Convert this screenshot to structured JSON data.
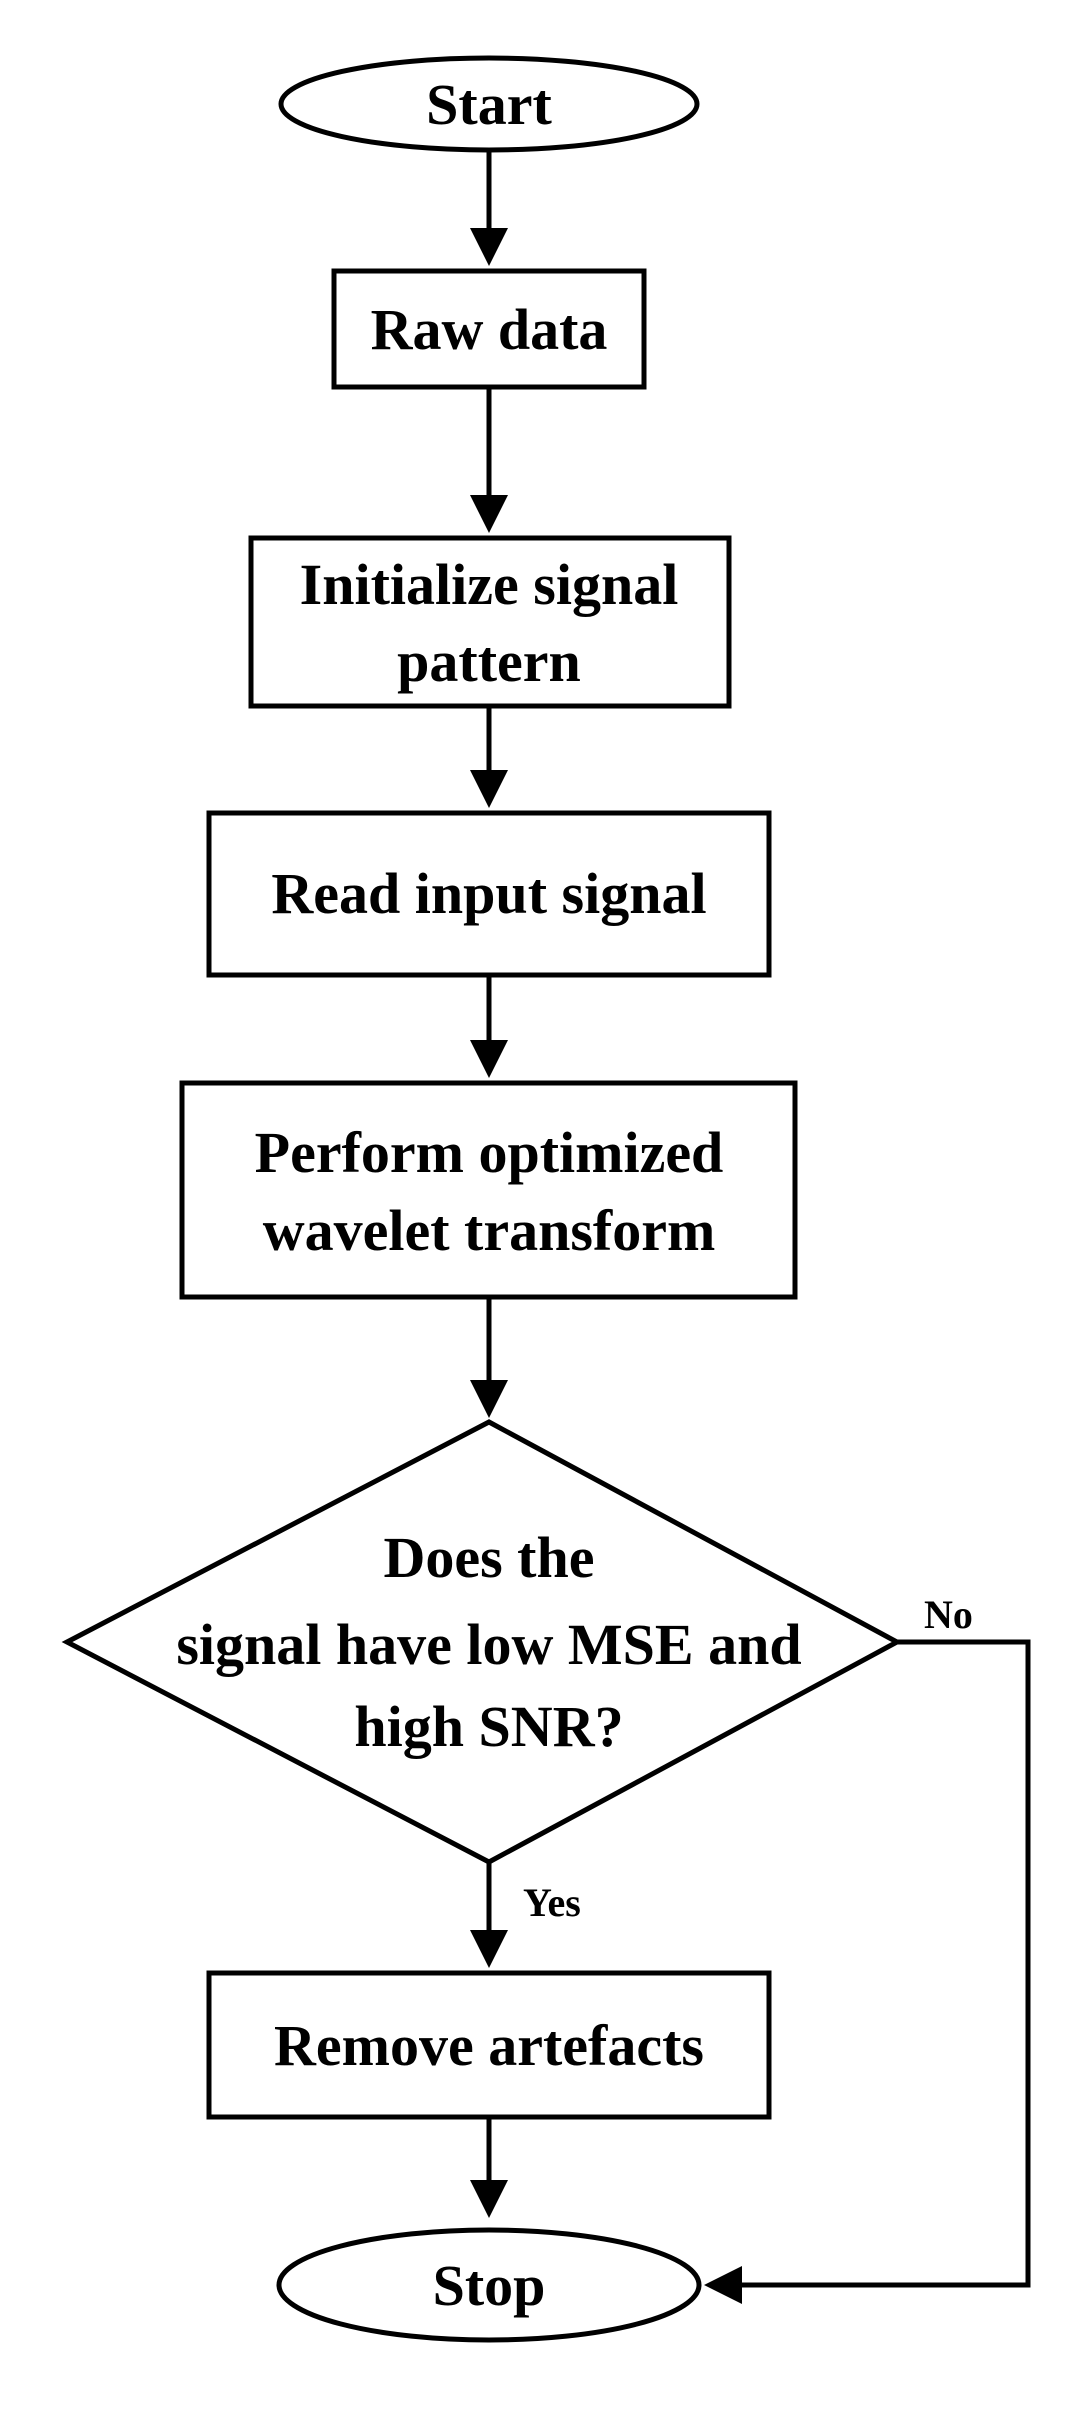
{
  "nodes": {
    "start": "Start",
    "raw_data": "Raw data",
    "init_line1": "Initialize signal",
    "init_line2": "pattern",
    "read_input": "Read input signal",
    "perform_line1": "Perform optimized",
    "perform_line2": "wavelet transform",
    "decision_line1": "Does the",
    "decision_line2": "signal have low MSE and",
    "decision_line3": "high SNR?",
    "remove": "Remove artefacts",
    "stop": "Stop"
  },
  "edges": {
    "yes_label": "Yes",
    "no_label": "No"
  }
}
